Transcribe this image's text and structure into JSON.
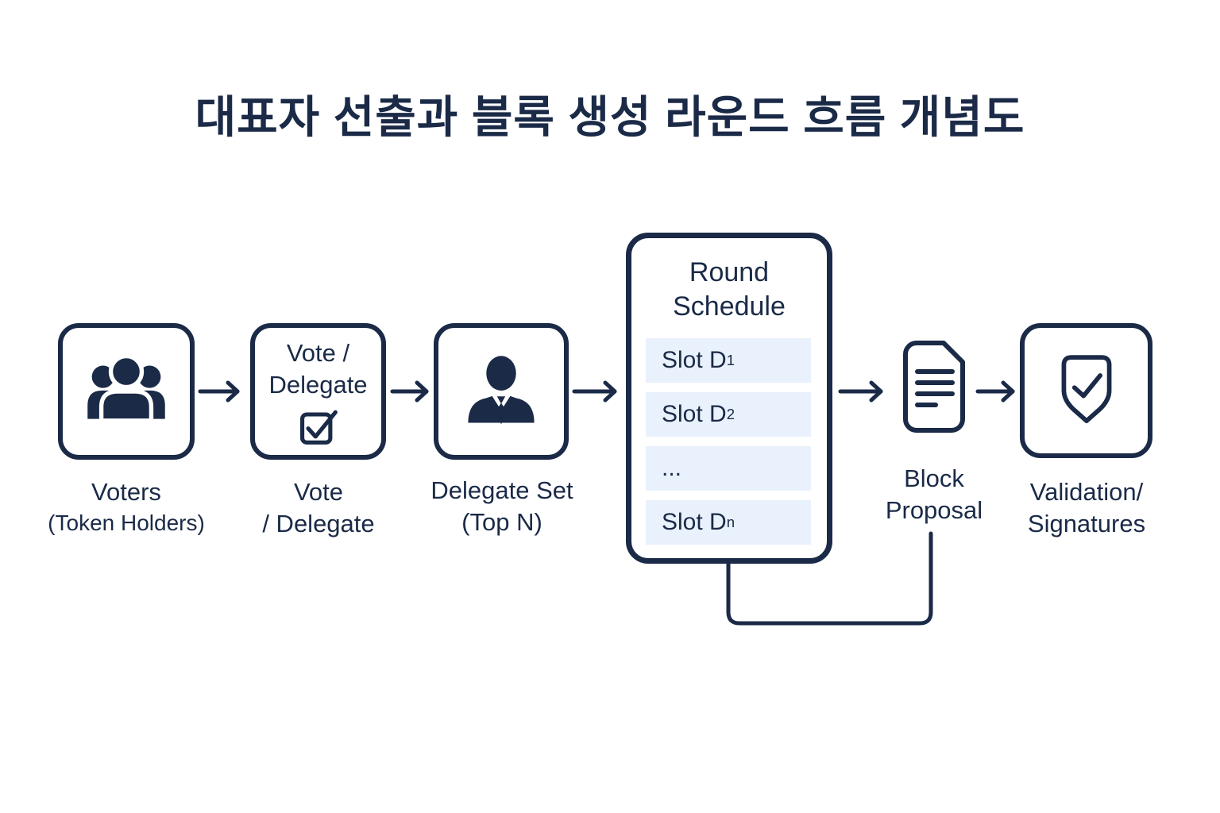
{
  "title": "대표자 선출과 블록 생성 라운드 흐름 개념도",
  "colors": {
    "navy": "#1a2a47",
    "slot_background": "#e9f1fc",
    "page_background": "#ffffff"
  },
  "flow": {
    "voters": {
      "icon": "users-icon",
      "label_line1": "Voters",
      "label_line2": "(Token Holders)"
    },
    "vote_delegate": {
      "icon": "checkbox-checked-icon",
      "box_line1": "Vote /",
      "box_line2": "Delegate",
      "label_line1": "Vote",
      "label_line2": "/ Delegate"
    },
    "delegate_set": {
      "icon": "delegate-person-icon",
      "label_line1": "Delegate Set",
      "label_line2": "(Top N)"
    },
    "round_schedule": {
      "title_line1": "Round",
      "title_line2": "Schedule",
      "slots": [
        {
          "base": "Slot D",
          "sub": "1"
        },
        {
          "base": "Slot D",
          "sub": "2"
        },
        {
          "base": "...",
          "sub": ""
        },
        {
          "base": "Slot D",
          "sub": "n"
        }
      ]
    },
    "block_proposal": {
      "icon": "document-icon",
      "label_line1": "Block",
      "label_line2": "Proposal"
    },
    "validation": {
      "icon": "shield-check-icon",
      "label_line1": "Validation/",
      "label_line2": "Signatures"
    }
  }
}
